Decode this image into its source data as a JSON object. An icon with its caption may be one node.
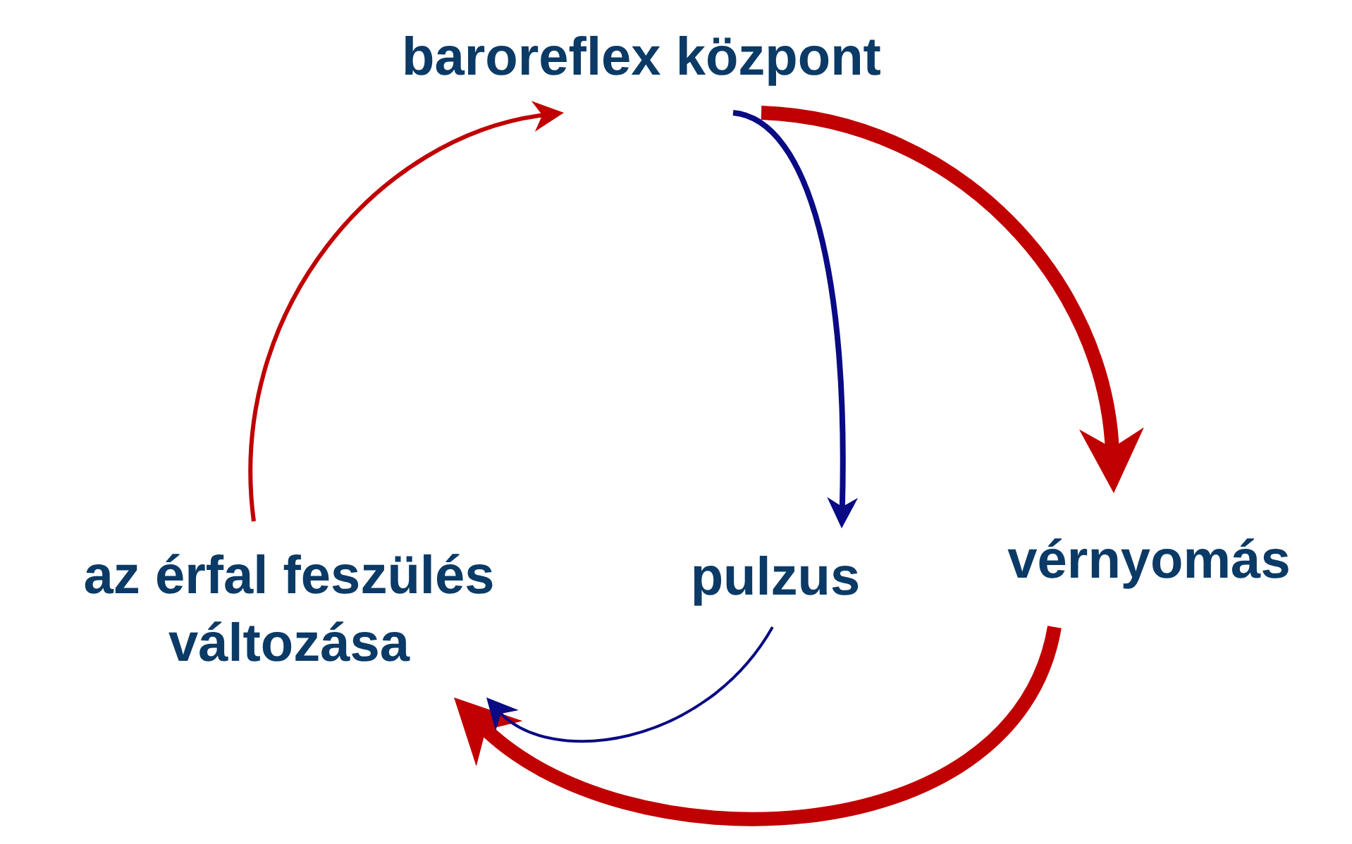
{
  "diagram": {
    "nodes": [
      {
        "text": [
          "baroreflex központ"
        ]
      },
      {
        "text": [
          "pulzus"
        ]
      },
      {
        "text": [
          "vérnyomás"
        ]
      },
      {
        "text": [
          "az érfal feszülés változása"
        ]
      }
    ],
    "edges": [
      {
        "from": 0,
        "to": 1,
        "arrow": "to",
        "color": "#0a0a84"
      },
      {
        "from": 0,
        "to": 2,
        "arrow": "to",
        "style": "thick"
      },
      {
        "from": 2,
        "to": 3,
        "arrow": "to",
        "style": "thick"
      },
      {
        "from": 1,
        "to": 3,
        "arrow": "to",
        "color": "#0a0a84"
      },
      {
        "from": 3,
        "to": 0,
        "arrow": "to"
      }
    ]
  }
}
